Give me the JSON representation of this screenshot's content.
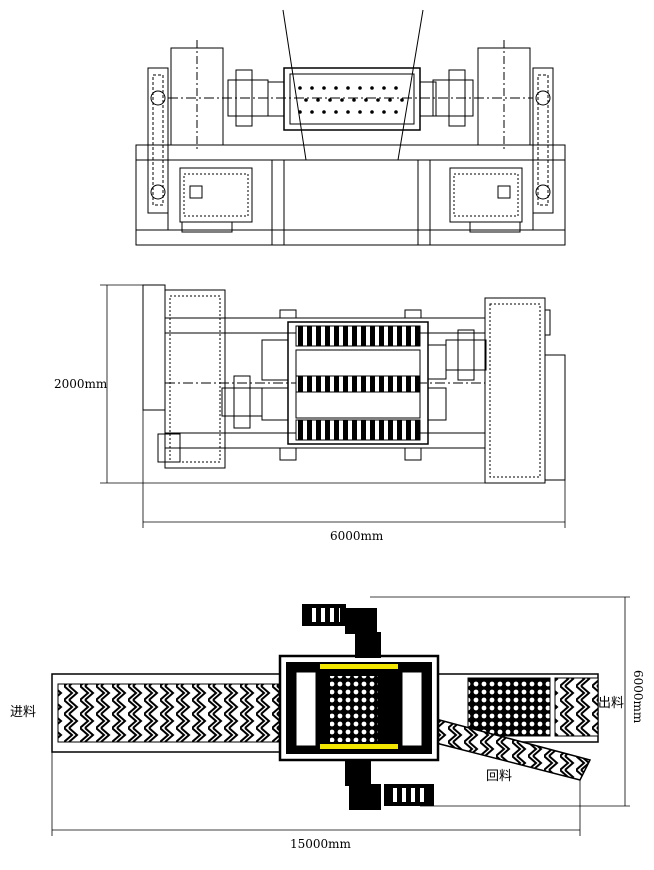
{
  "labels": {
    "width_2000": "2000mm",
    "length_6000": "6000mm",
    "feed_in": "进料",
    "feed_out": "出料",
    "return_feed": "回料",
    "height_6000": "6000mm",
    "length_15000": "15000mm"
  },
  "colors": {
    "line": "#000000",
    "background": "#ffffff",
    "highlight": "#f2e600"
  }
}
